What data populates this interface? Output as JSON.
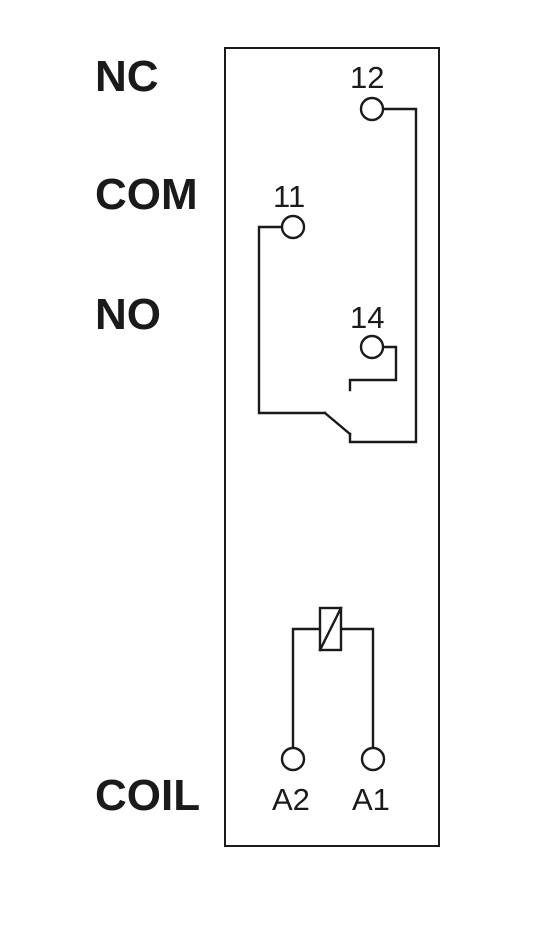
{
  "labels": {
    "nc": "NC",
    "com": "COM",
    "no": "NO",
    "coil": "COIL"
  },
  "pins": {
    "p12": "12",
    "p11": "11",
    "p14": "14",
    "a2": "A2",
    "a1": "A1"
  },
  "colors": {
    "line": "#1a1a1a",
    "background": "#ffffff"
  }
}
